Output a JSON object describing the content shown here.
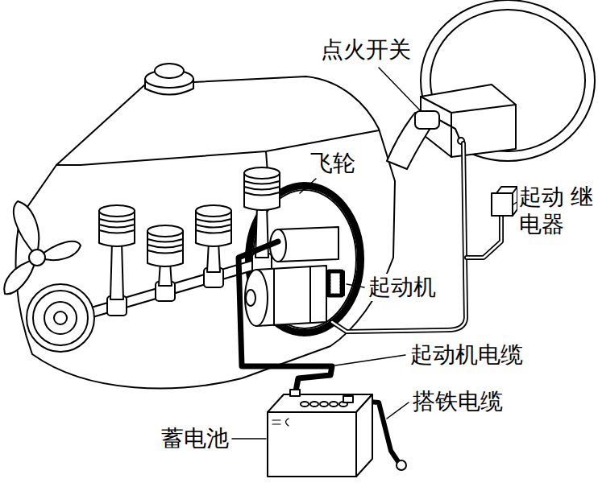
{
  "diagram": {
    "labels": [
      "点火开关",
      "飞轮",
      "起动 继电器",
      "起动机",
      "起动机电缆",
      "搭铁电缆",
      "蓄电池"
    ]
  }
}
